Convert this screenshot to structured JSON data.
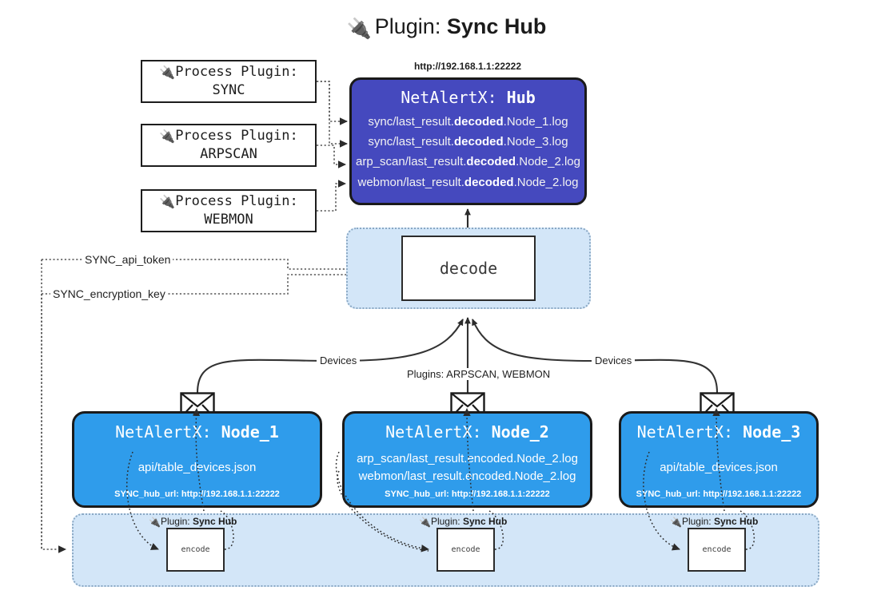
{
  "title": {
    "icon": "plug-icon",
    "prefix": "Plugin: ",
    "name": "Sync Hub"
  },
  "hub": {
    "url": "http://192.168.1.1:22222",
    "title_prefix": "NetAlertX: ",
    "title_name": "Hub",
    "logs": [
      {
        "pre": "sync/last_result.",
        "em": "decoded",
        "post": ".Node_1.log"
      },
      {
        "pre": "sync/last_result.",
        "em": "decoded",
        "post": ".Node_3.log"
      },
      {
        "pre": "arp_scan/last_result.",
        "em": "decoded",
        "post": ".Node_2.log"
      },
      {
        "pre": "webmon/last_result.",
        "em": "decoded",
        "post": ".Node_2.log"
      }
    ]
  },
  "process_plugins": [
    {
      "icon": "plug-icon",
      "line1": "Process Plugin:",
      "line2": "SYNC"
    },
    {
      "icon": "plug-icon",
      "line1": "Process Plugin:",
      "line2": "ARPSCAN"
    },
    {
      "icon": "plug-icon",
      "line1": "Process Plugin:",
      "line2": "WEBMON"
    }
  ],
  "decode": {
    "label": "decode"
  },
  "secrets": [
    {
      "label": "SYNC_api_token"
    },
    {
      "label": "SYNC_encryption_key"
    }
  ],
  "edge_labels": {
    "devices_left": "Devices",
    "devices_right": "Devices",
    "plugins_center": "Plugins: ARPSCAN, WEBMON"
  },
  "nodes": [
    {
      "title_prefix": "NetAlertX: ",
      "title_name": "Node_1",
      "lines": [
        "api/table_devices.json"
      ],
      "footer": "SYNC_hub_url: http://192.168.1.1:22222",
      "icon": "envelope-icon"
    },
    {
      "title_prefix": "NetAlertX: ",
      "title_name": "Node_2",
      "lines": [
        "arp_scan/last_result.encoded.Node_2.log",
        "webmon/last_result.encoded.Node_2.log"
      ],
      "footer": "SYNC_hub_url: http://192.168.1.1:22222",
      "icon": "envelope-icon"
    },
    {
      "title_prefix": "NetAlertX: ",
      "title_name": "Node_3",
      "lines": [
        "api/table_devices.json"
      ],
      "footer": "SYNC_hub_url: http://192.168.1.1:22222",
      "icon": "envelope-icon"
    }
  ],
  "encoders": [
    {
      "plugin_prefix": "Plugin: ",
      "plugin_name": "Sync Hub",
      "label": "encode",
      "icon": "plug-icon"
    },
    {
      "plugin_prefix": "Plugin: ",
      "plugin_name": "Sync Hub",
      "label": "encode",
      "icon": "plug-icon"
    },
    {
      "plugin_prefix": "Plugin: ",
      "plugin_name": "Sync Hub",
      "label": "encode",
      "icon": "plug-icon"
    }
  ],
  "colors": {
    "hub_fill": "#4549be",
    "node_fill": "#2f9ceb",
    "container_fill": "#d3e6f8",
    "container_border": "#8aa8c4",
    "stroke": "#1a1a1a",
    "page_bg": "#ffffff"
  }
}
